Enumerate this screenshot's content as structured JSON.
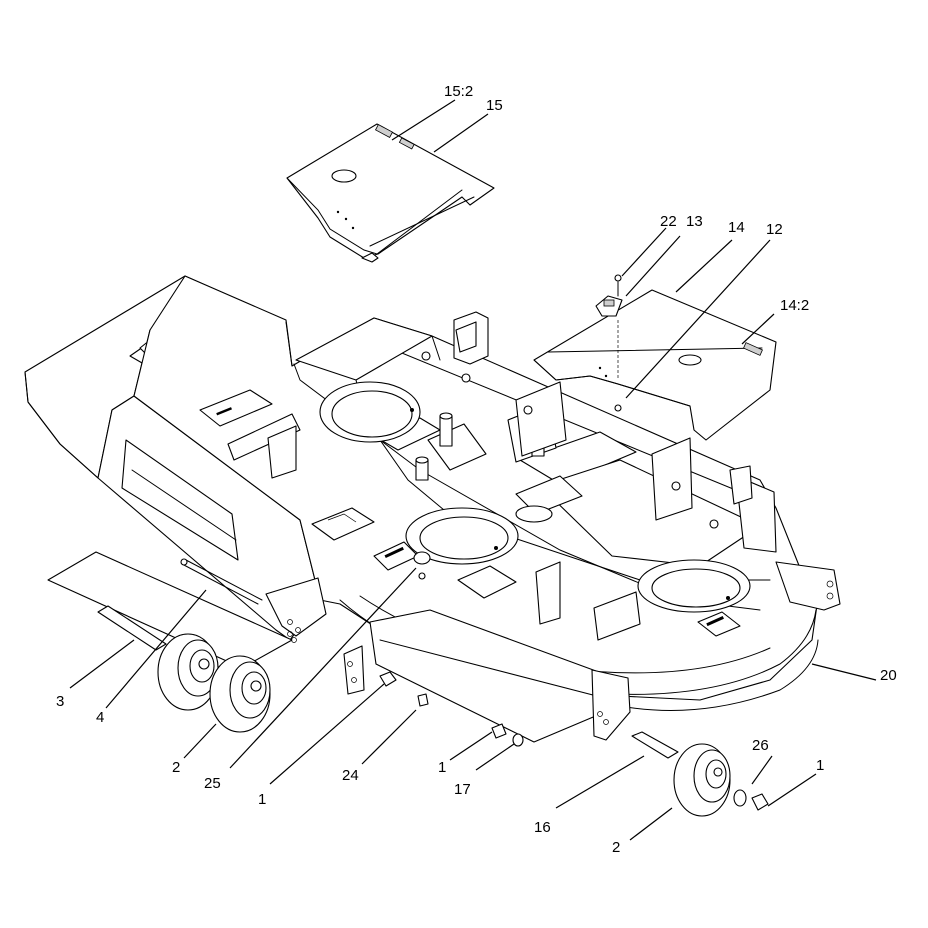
{
  "diagram": {
    "callouts": [
      {
        "id": "c-15-2",
        "label": "15:2"
      },
      {
        "id": "c-15",
        "label": "15"
      },
      {
        "id": "c-22",
        "label": "22"
      },
      {
        "id": "c-13",
        "label": "13"
      },
      {
        "id": "c-14",
        "label": "14"
      },
      {
        "id": "c-12",
        "label": "12"
      },
      {
        "id": "c-14-2",
        "label": "14:2"
      },
      {
        "id": "c-20",
        "label": "20"
      },
      {
        "id": "c-3",
        "label": "3"
      },
      {
        "id": "c-4",
        "label": "4"
      },
      {
        "id": "c-2a",
        "label": "2"
      },
      {
        "id": "c-25",
        "label": "25"
      },
      {
        "id": "c-1a",
        "label": "1"
      },
      {
        "id": "c-24",
        "label": "24"
      },
      {
        "id": "c-1b",
        "label": "1"
      },
      {
        "id": "c-17",
        "label": "17"
      },
      {
        "id": "c-16",
        "label": "16"
      },
      {
        "id": "c-2b",
        "label": "2"
      },
      {
        "id": "c-26",
        "label": "26"
      },
      {
        "id": "c-1c",
        "label": "1"
      }
    ]
  }
}
